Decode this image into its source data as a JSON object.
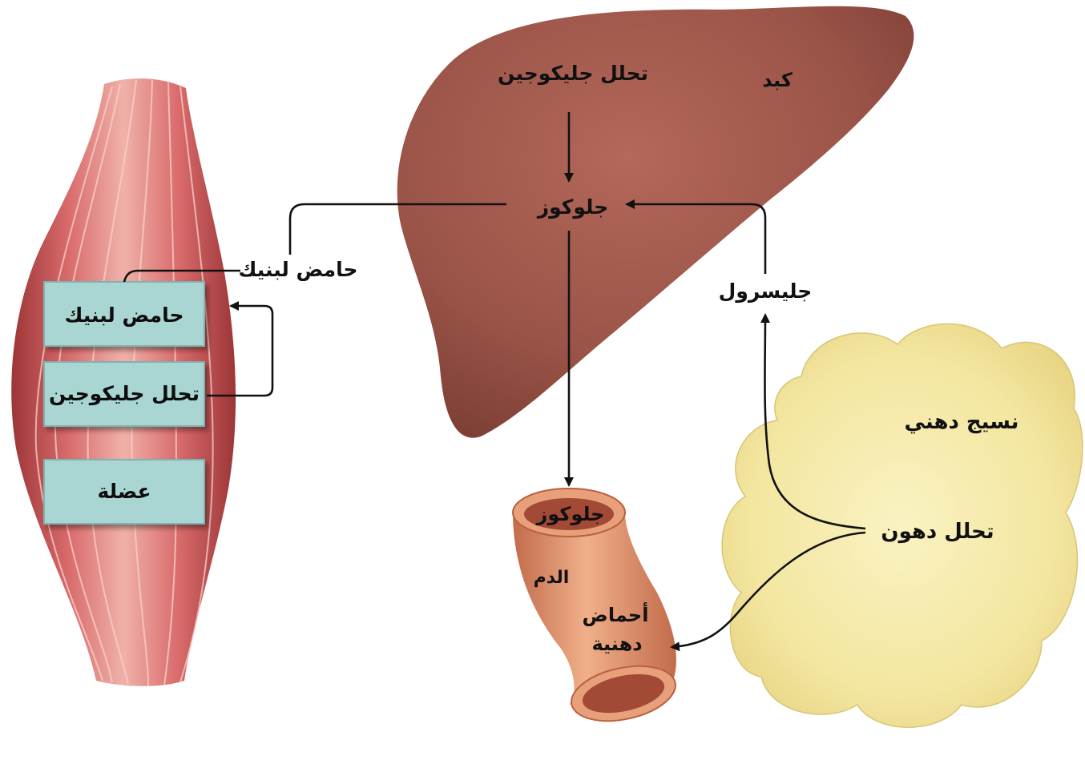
{
  "colors": {
    "liver": "#9b5448",
    "muscle": "#c8595a",
    "muscle_box": "#a9d6d3",
    "fat": "#f4e9a6",
    "vessel": "#e39a72",
    "arrow": "#111111"
  },
  "liver": {
    "name": "كبد",
    "glycogenolysis": "تحلل جليكوجين",
    "glucose": "جلوكوز"
  },
  "muscle": {
    "boxes": [
      "حامض لبنيك",
      "تحلل جليكوجين",
      "عضلة"
    ]
  },
  "lactic_acid_label": "حامض لبنيك",
  "glycerol_label": "جليسرول",
  "fat_tissue": {
    "name": "نسيج دهني",
    "lipolysis": "تحلل دهون"
  },
  "blood_vessel": {
    "glucose": "جلوكوز",
    "blood": "الدم",
    "fatty_acids_line1": "أحماض",
    "fatty_acids_line2": "دهنية"
  }
}
